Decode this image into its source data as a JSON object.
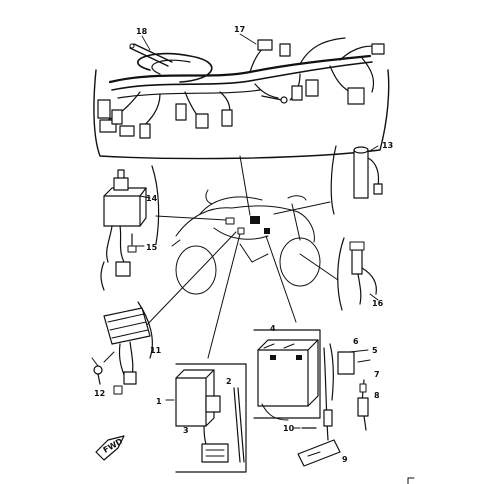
{
  "callouts": [
    {
      "id": "c1",
      "text": "1"
    },
    {
      "id": "c2",
      "text": "2"
    },
    {
      "id": "c3",
      "text": "3"
    },
    {
      "id": "c4",
      "text": "4"
    },
    {
      "id": "c5",
      "text": "5"
    },
    {
      "id": "c6",
      "text": "6"
    },
    {
      "id": "c7",
      "text": "7"
    },
    {
      "id": "c8",
      "text": "8"
    },
    {
      "id": "c9",
      "text": "9"
    },
    {
      "id": "c10",
      "text": "10"
    },
    {
      "id": "c11",
      "text": "11"
    },
    {
      "id": "c12",
      "text": "12"
    },
    {
      "id": "c13",
      "text": "13"
    },
    {
      "id": "c14",
      "text": "14"
    },
    {
      "id": "c15",
      "text": "15"
    },
    {
      "id": "c16",
      "text": "16"
    },
    {
      "id": "c17",
      "text": "17"
    },
    {
      "id": "c18",
      "text": "18"
    }
  ],
  "front_arrow": {
    "text": "FWD"
  }
}
